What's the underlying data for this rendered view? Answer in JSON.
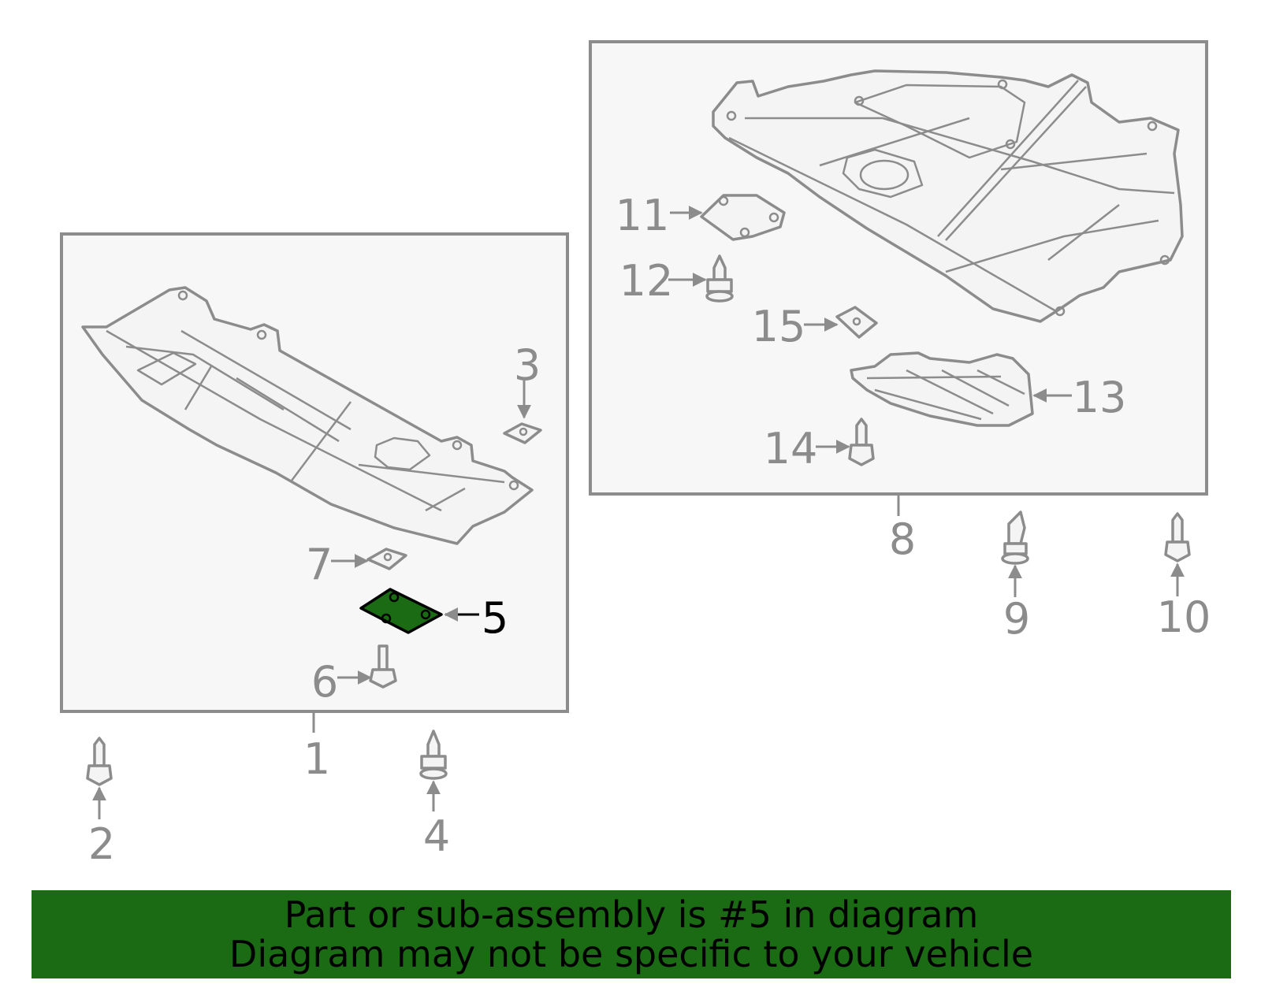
{
  "callouts": {
    "c1": "1",
    "c2": "2",
    "c3": "3",
    "c4": "4",
    "c5": "5",
    "c6": "6",
    "c7": "7",
    "c8": "8",
    "c9": "9",
    "c10": "10",
    "c11": "11",
    "c12": "12",
    "c13": "13",
    "c14": "14",
    "c15": "15"
  },
  "highlight": {
    "part_number": "5",
    "color": "#1a6b14"
  },
  "banner": {
    "line1": "Part or sub-assembly is #5 in diagram",
    "line2": "Diagram may not be specific to your vehicle"
  },
  "colors": {
    "line": "#8c8c8c",
    "panel": "#f7f7f7",
    "banner": "#1a6b14"
  }
}
